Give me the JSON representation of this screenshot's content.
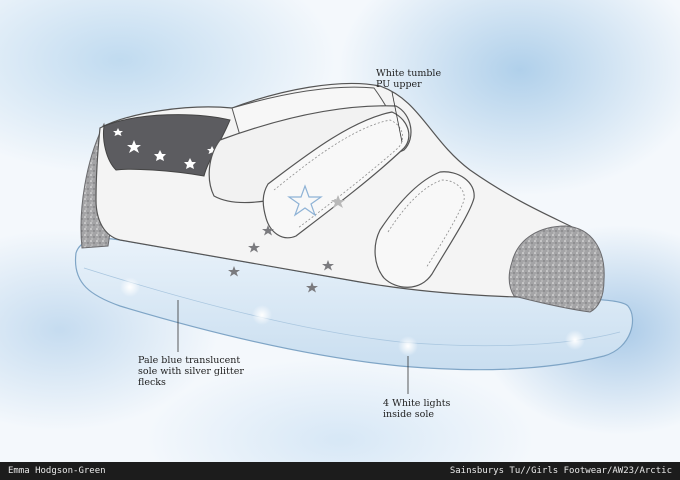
{
  "callouts": {
    "upper": "White tumble\nPU upper",
    "sole": "Pale blue translucent\nsole with silver glitter\nflecks",
    "lights": "4 White lights\ninside sole"
  },
  "footer": {
    "designer": "Emma Hodgson-Green",
    "project": "Sainsburys Tu//Girls Footwear/AW23/Arctic"
  },
  "colors": {
    "sole": "#dbe9f6",
    "upper": "#f3f3f3",
    "glitter": "#a7a7a9",
    "footer_bg": "#1c1c1c"
  }
}
